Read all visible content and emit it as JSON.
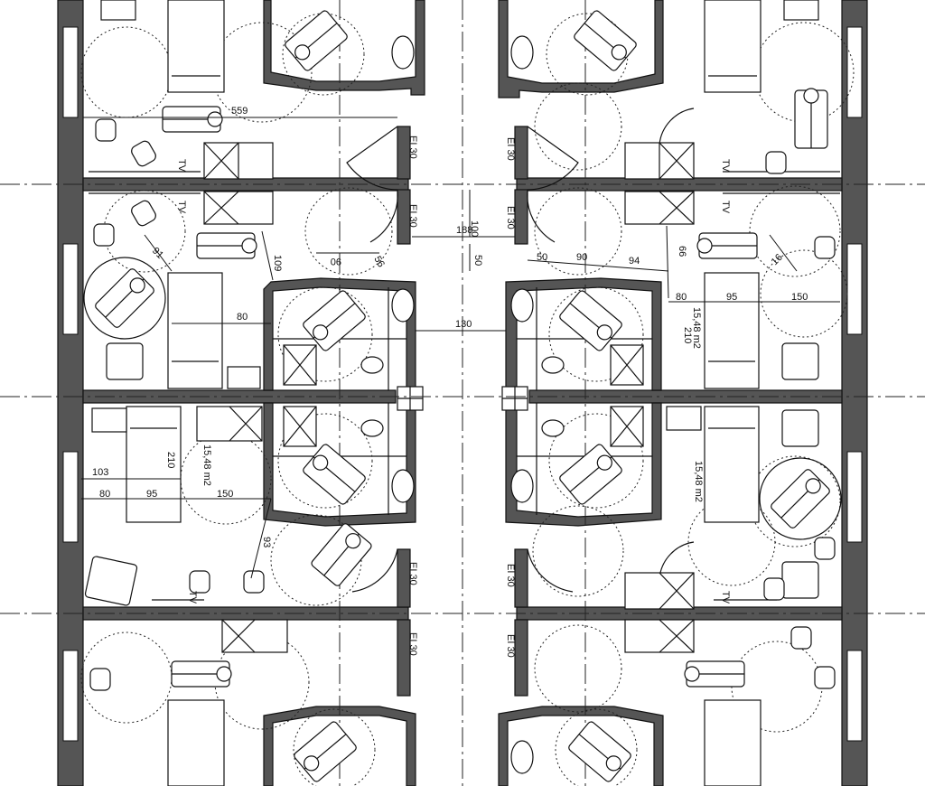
{
  "plan": {
    "dimensions": {
      "d559": "559",
      "d188": "188",
      "d100": "100",
      "d91": "91",
      "d109": "109",
      "d90a": "90",
      "d56": "56",
      "d50a": "50",
      "d50b": "50",
      "d90b": "90",
      "d94": "94",
      "d16": "16",
      "d66": "66",
      "d80a": "80",
      "d80b": "80",
      "d80c": "80",
      "d95a": "95",
      "d95b": "95",
      "d150a": "150",
      "d150b": "150",
      "d210a": "210",
      "d210b": "210",
      "d130": "130",
      "d103": "103",
      "d93": "93"
    },
    "area_labels": [
      "15,48 m2",
      "15,48 m2",
      "15,48 m2"
    ],
    "fire_rating_labels": [
      "EI 30",
      "EI 30",
      "EI 30",
      "EI 30",
      "EI 30",
      "EI 30",
      "EI 30",
      "EI 30"
    ],
    "tv_label": "TV"
  }
}
